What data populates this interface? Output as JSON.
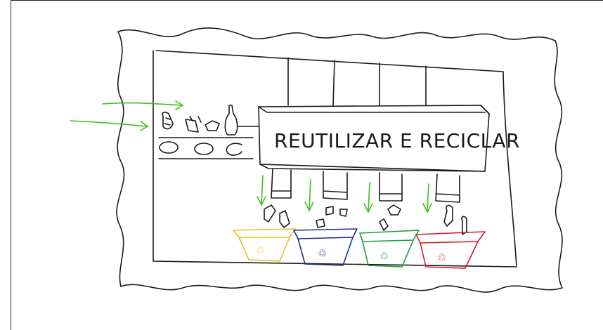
{
  "machine": {
    "label": "REUTILIZAR E RECICLAR"
  },
  "bins": [
    {
      "name": "yellow-bin",
      "color": "#e5c21c",
      "symbol": "♲"
    },
    {
      "name": "blue-bin",
      "color": "#1f2a8a",
      "symbol": "♲"
    },
    {
      "name": "green-bin",
      "color": "#1c9a3a",
      "symbol": "♲"
    },
    {
      "name": "red-bin",
      "color": "#d11a2a",
      "symbol": "♲"
    }
  ],
  "colors": {
    "arrow": "#3cc21f",
    "ink": "#1a1a1a"
  }
}
